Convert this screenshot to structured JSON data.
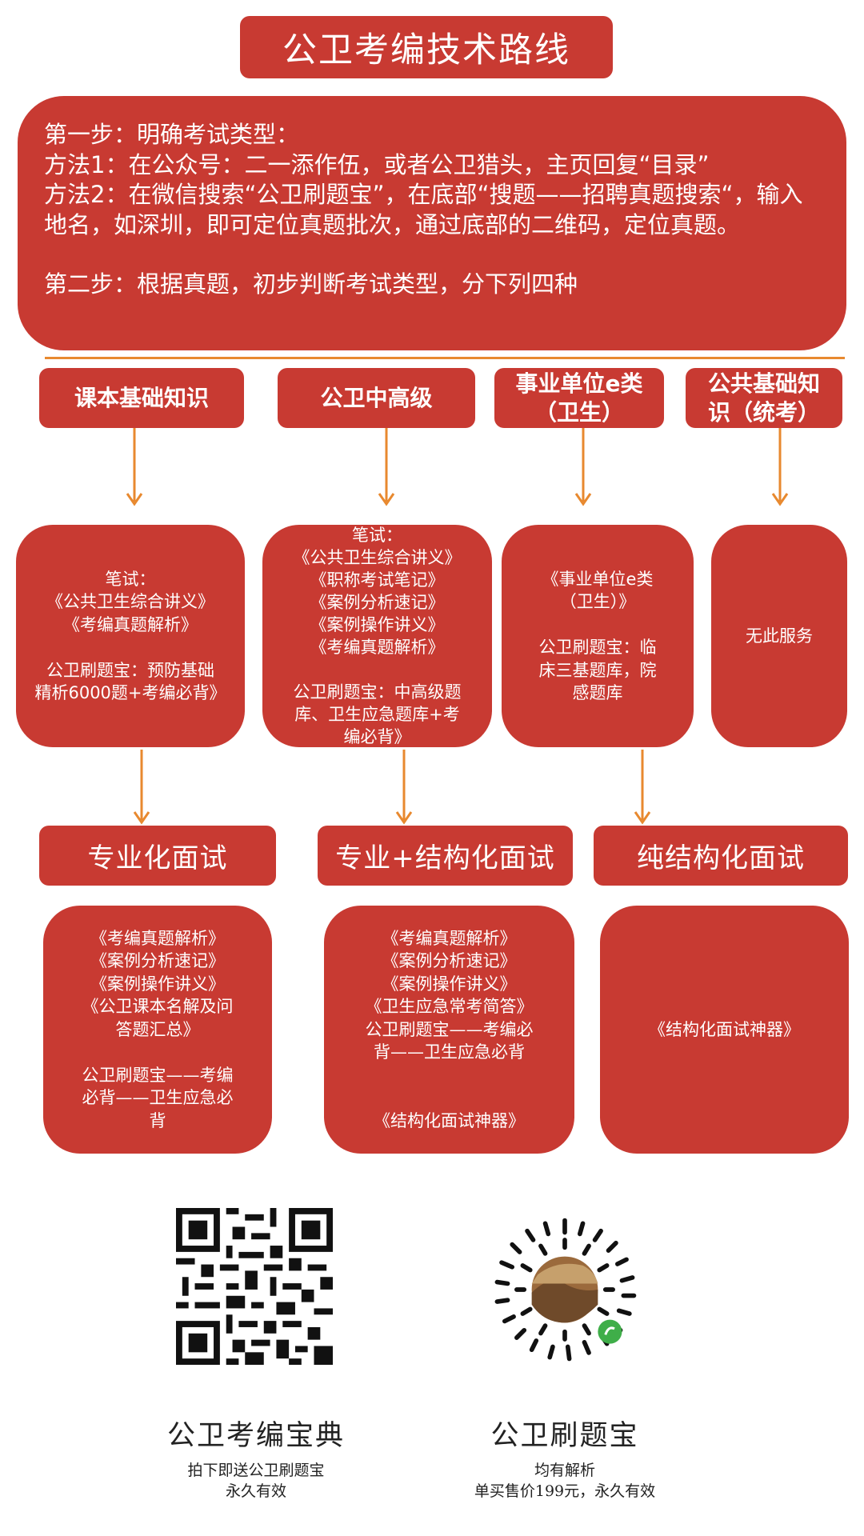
{
  "title": "公卫考编技术路线",
  "intro": {
    "step1": "第一步：明确考试类型：",
    "method1": "方法1：在公众号：二一添作伍，或者公卫猎头，主页回复“目录”",
    "method2": "方法2：在微信搜索“公卫刷题宝”，在底部“搜题——招聘真题搜索“，输入地名，如深圳，即可定位真题批次，通过底部的二维码，定位真题。",
    "step2": "第二步：根据真题，初步判断考试类型，分下列四种"
  },
  "categories": [
    {
      "label": "课本基础知识"
    },
    {
      "label": "公卫中高级"
    },
    {
      "label": "事业单位e类\n（卫生）"
    },
    {
      "label": "公共基础知\n识（统考）"
    }
  ],
  "written": [
    {
      "text": "笔试：\n《公共卫生综合讲义》\n《考编真题解析》\n\n公卫刷题宝：预防基础\n精析6000题+考编必背》"
    },
    {
      "text": "笔试：\n《公共卫生综合讲义》\n《职称考试笔记》\n《案例分析速记》\n《案例操作讲义》\n《考编真题解析》\n\n公卫刷题宝：中高级题\n库、卫生应急题库+考\n编必背》"
    },
    {
      "text": "《事业单位e类\n（卫生）》\n\n公卫刷题宝：临\n床三基题库，院\n感题库"
    },
    {
      "text": "无此服务"
    }
  ],
  "interviews": [
    {
      "label": "专业化面试"
    },
    {
      "label": "专业+结构化面试"
    },
    {
      "label": "纯结构化面试"
    }
  ],
  "interview_materials": [
    {
      "text": "《考编真题解析》\n《案例分析速记》\n《案例操作讲义》\n《公卫课本名解及问\n答题汇总》\n\n公卫刷题宝——考编\n必背——卫生应急必\n背"
    },
    {
      "text": "《考编真题解析》\n《案例分析速记》\n《案例操作讲义》\n《卫生应急常考简答》\n公卫刷题宝——考编必\n背——卫生应急必背\n\n\n《结构化面试神器》"
    },
    {
      "text": "《结构化面试神器》"
    }
  ],
  "qr": [
    {
      "title": "公卫考编宝典",
      "sub1": "拍下即送公卫刷题宝",
      "sub2": "永久有效"
    },
    {
      "title": "公卫刷题宝",
      "sub1": "均有解析",
      "sub2": "单买售价199元，永久有效"
    }
  ],
  "colors": {
    "box": "#c83a32",
    "arrow": "#e8892f",
    "text": "#ffffff"
  }
}
